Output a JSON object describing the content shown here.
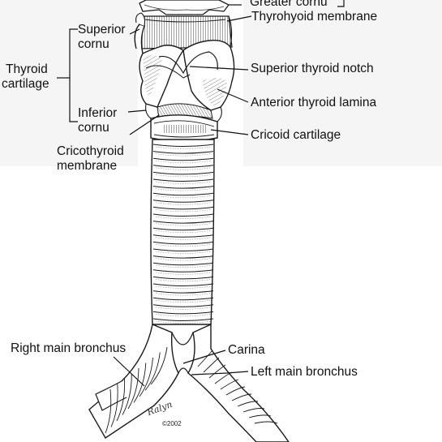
{
  "labels": {
    "greater_cornu": "Greater cornu",
    "thyrohyoid_membrane": "Thyrohyoid membrane",
    "superior_cornu_1": "Superior",
    "superior_cornu_2": "cornu",
    "thyroid_cartilage_1": "Thyroid",
    "thyroid_cartilage_2": "cartilage",
    "superior_thyroid_notch": "Superior thyroid notch",
    "anterior_thyroid_lamina": "Anterior thyroid lamina",
    "inferior_cornu_1": "Inferior",
    "inferior_cornu_2": "cornu",
    "cricoid_cartilage": "Cricoid cartilage",
    "cricothyroid_membrane_1": "Cricothyroid",
    "cricothyroid_membrane_2": "membrane",
    "right_main_bronchus": "Right main bronchus",
    "carina": "Carina",
    "left_main_bronchus": "Left main bronchus"
  },
  "artist_signature": "Ralyn",
  "copyright": "©2002",
  "colors": {
    "line": "#1a1a1a",
    "fill": "#ffffff",
    "background_panel": "#f5f5f5"
  }
}
